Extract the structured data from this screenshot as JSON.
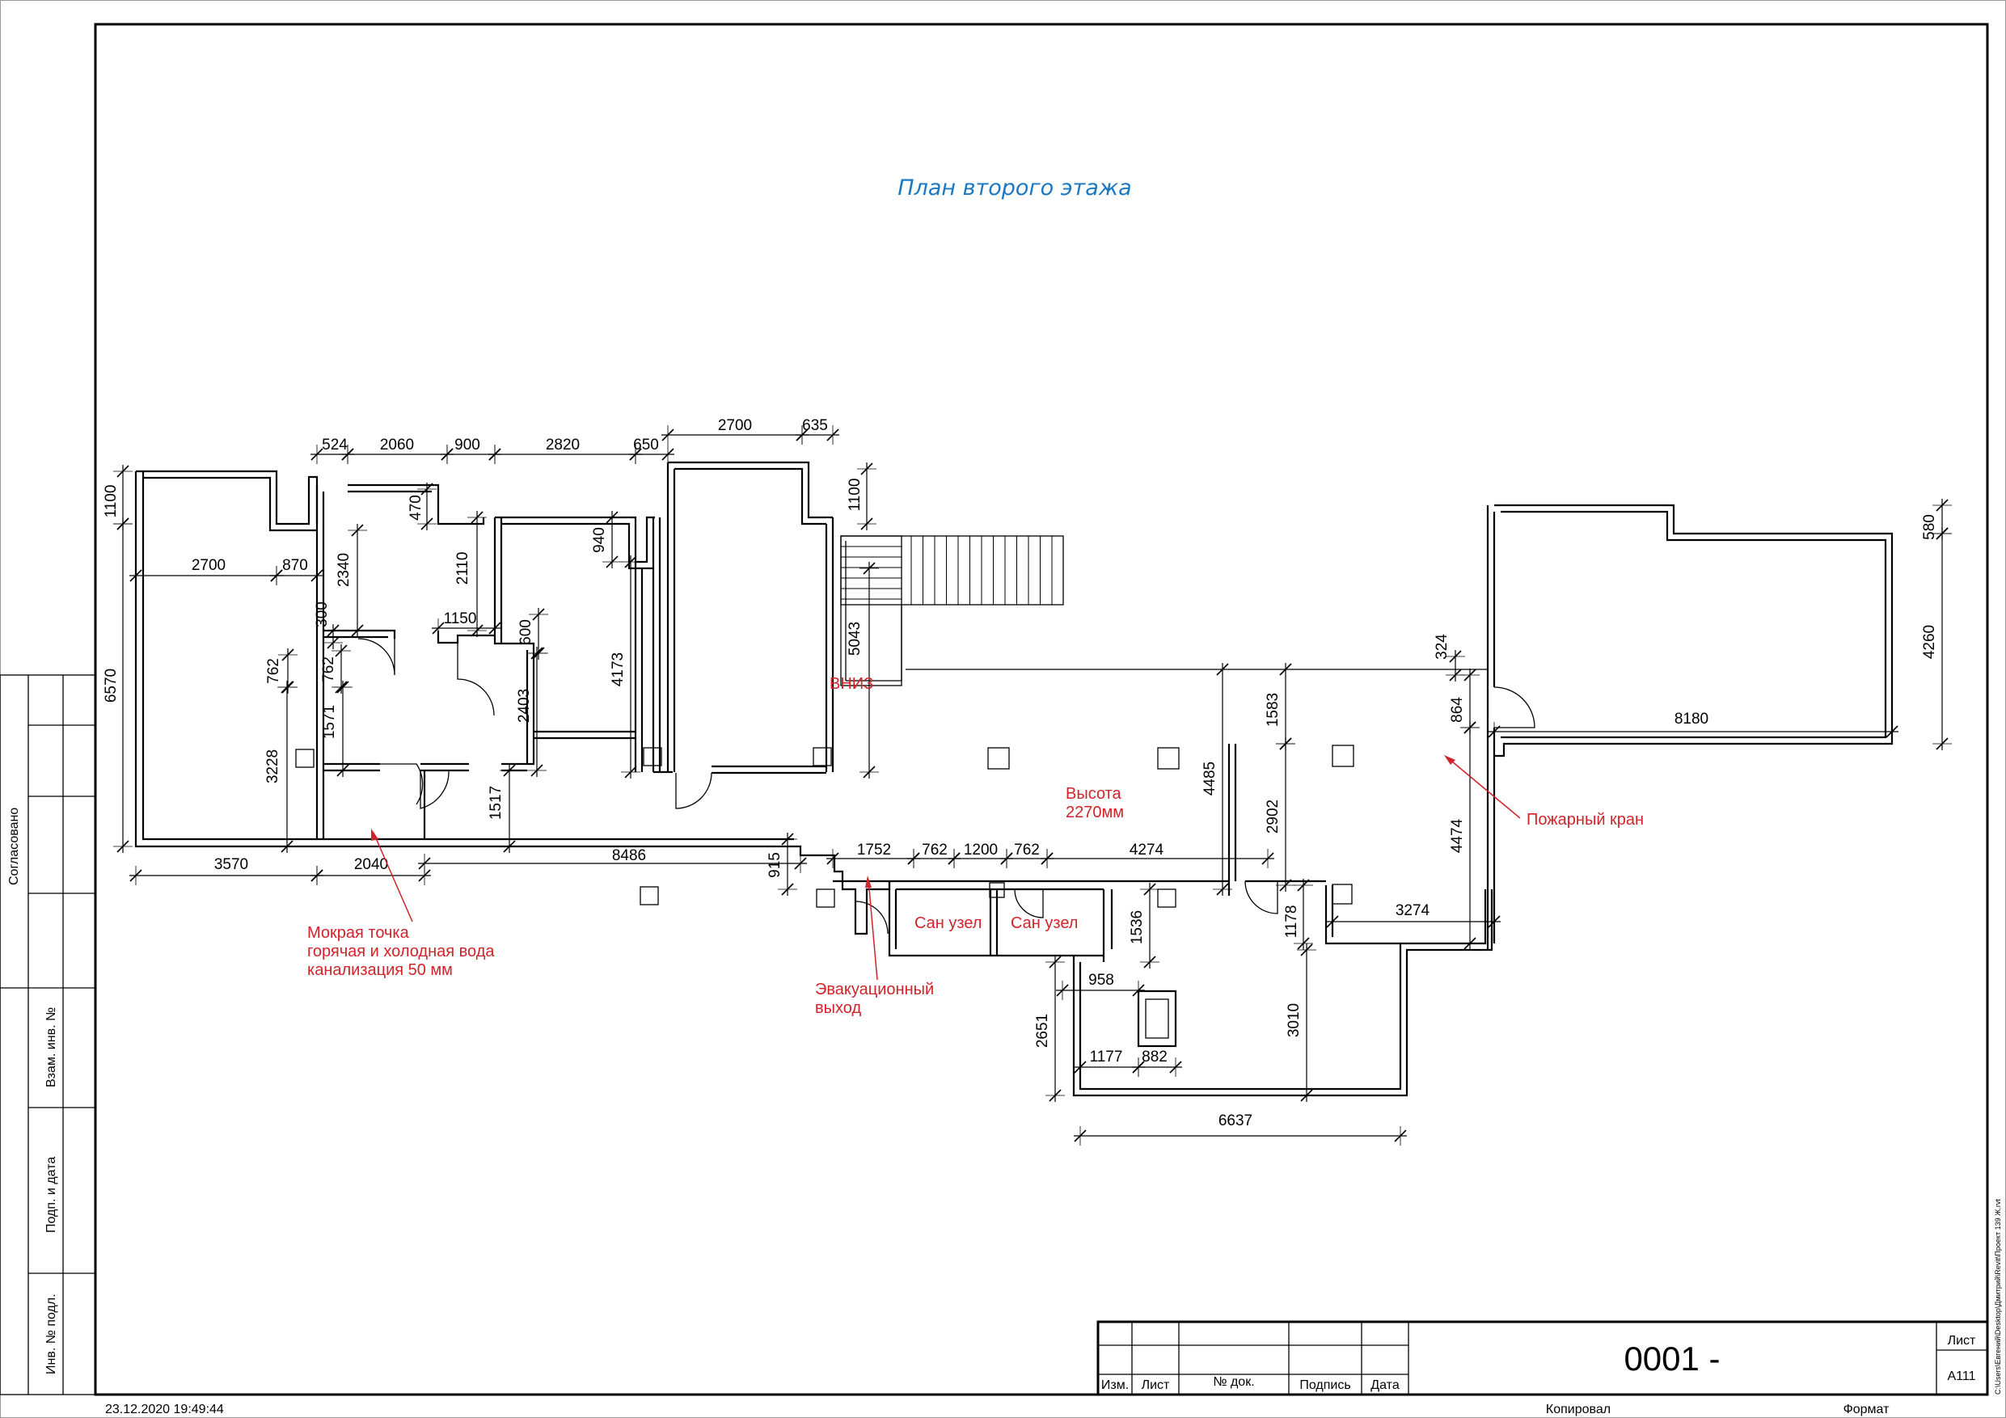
{
  "plan_title": "План второго этажа",
  "side_stamp": {
    "agreed": "Согласовано",
    "replace_inv": "Взам. инв. №",
    "sign_date": "Подп. и дата",
    "inv_no": "Инв. № подл."
  },
  "title_block": {
    "col_izm": "Изм.",
    "col_list": "Лист",
    "col_doc": "№ док.",
    "col_sign": "Подпись",
    "col_date": "Дата",
    "doc_number": "0001 -",
    "sheet_label": "Лист",
    "sheet_format_value": "A111",
    "copied": "Копировал",
    "format": "Формат"
  },
  "footer": {
    "timestamp": "23.12.2020 19:49:44",
    "file_path": "C:\\Users\\Евгений\\Desktop\\Дмитрий\\Revit\\Проект 139 Ж.rvt"
  },
  "annotations": {
    "height_line1": "Высота",
    "height_line2": "2270мм",
    "fire_hydrant": "Пожарный кран",
    "wet_line1": "Мокрая точка",
    "wet_line2": "горячая и холодная вода",
    "wet_line3": "канализация 50 мм",
    "exit_line1": "Эвакуационный",
    "exit_line2": "выход",
    "down": "ВНИЗ",
    "wc1": "Сан узел",
    "wc2": "Сан узел"
  },
  "dimensions": {
    "d524": "524",
    "d2060": "2060",
    "d900": "900",
    "d2820": "2820",
    "d650": "650",
    "d2700t": "2700",
    "d635": "635",
    "d1100l": "1100",
    "d1100r": "1100",
    "d2700l": "2700",
    "d870": "870",
    "d470": "470",
    "d2340": "2340",
    "d2110": "2110",
    "d940": "940",
    "d300": "300",
    "d1150": "1150",
    "d600": "600",
    "d762a": "762",
    "d762b": "762",
    "d6570": "6570",
    "d4173": "4173",
    "d5043": "5043",
    "d2403": "2403",
    "d1571": "1571",
    "d3228": "3228",
    "d1517": "1517",
    "d3570": "3570",
    "d2040": "2040",
    "d8486": "8486",
    "d915": "915",
    "d1752": "1752",
    "d762c": "762",
    "d1200": "1200",
    "d762d": "762",
    "d4274": "4274",
    "d4485": "4485",
    "d1583": "1583",
    "d2902": "2902",
    "d324": "324",
    "d864": "864",
    "d4474": "4474",
    "d580": "580",
    "d4260": "4260",
    "d8180": "8180",
    "d1178": "1178",
    "d3274": "3274",
    "d1536": "1536",
    "d958": "958",
    "d2651": "2651",
    "d3010": "3010",
    "d1177": "1177",
    "d882": "882",
    "d6637": "6637"
  }
}
